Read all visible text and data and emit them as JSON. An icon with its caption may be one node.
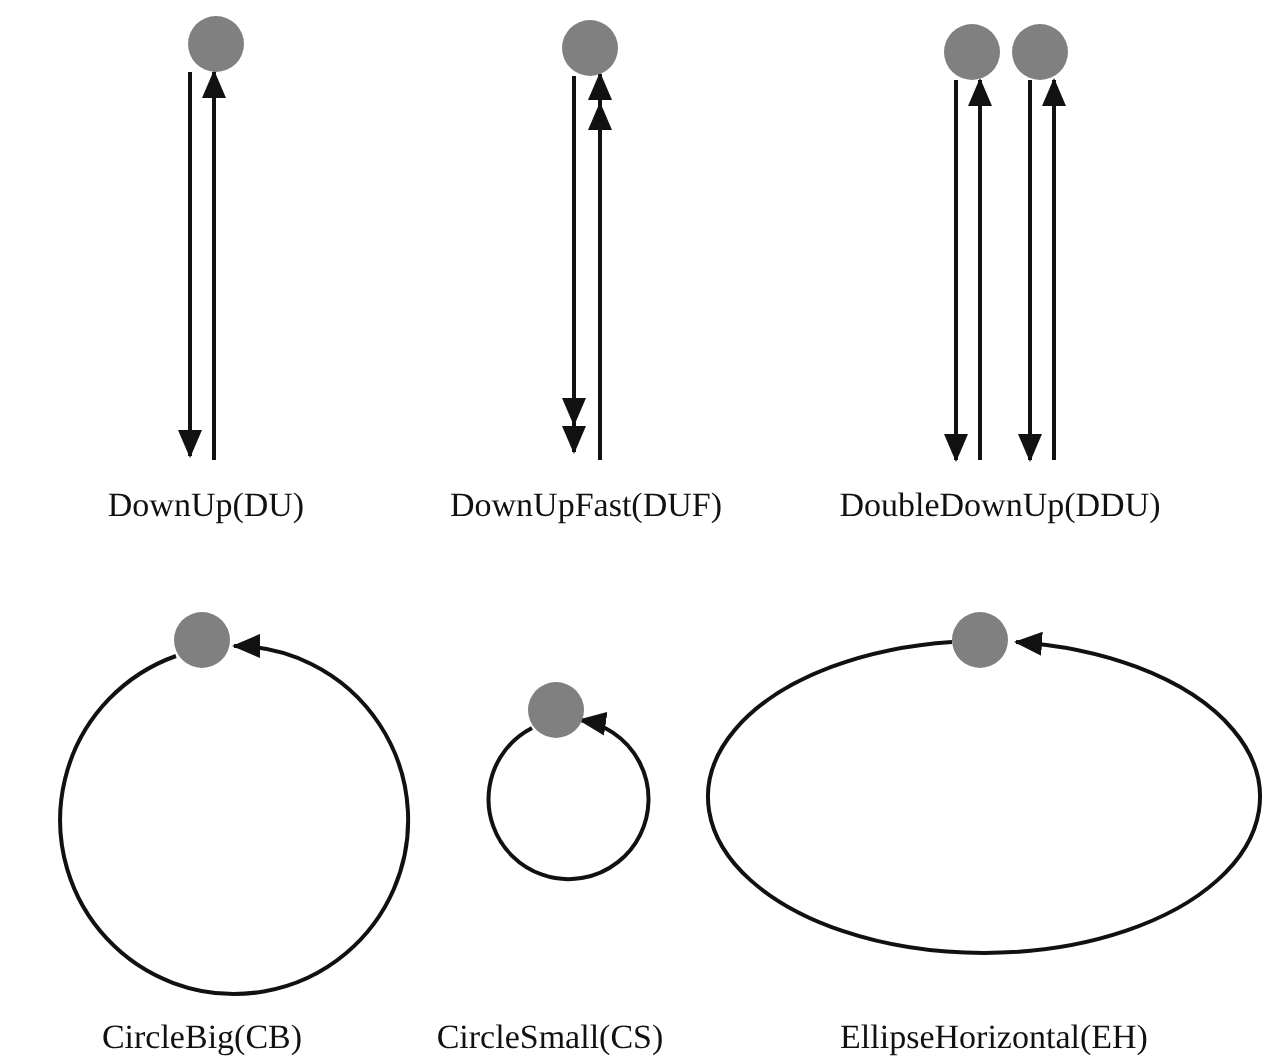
{
  "diagram": {
    "labels": [
      "DownUp(DU)",
      "DownUpFast(DUF)",
      "DoubleDownUp(DDU)",
      "CircleBig(CB)",
      "CircleSmall(CS)",
      "EllipseHorizontal(EH)"
    ]
  }
}
